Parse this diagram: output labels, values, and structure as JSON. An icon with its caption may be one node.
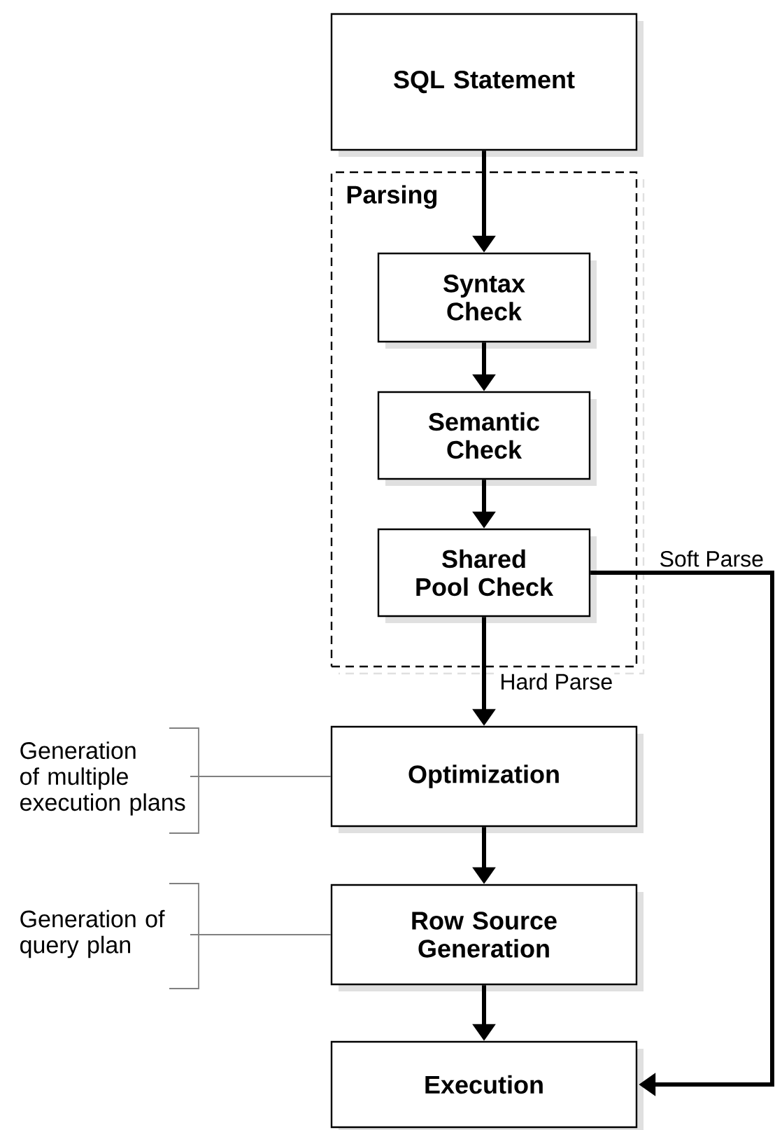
{
  "diagram": {
    "nodes": [
      {
        "text": [
          "SQL Statement"
        ]
      },
      {
        "text": [
          "Parsing"
        ]
      },
      {
        "text": [
          "Syntax Check"
        ],
        "in": 1
      },
      {
        "text": [
          "Semantic Check"
        ],
        "in": 1
      },
      {
        "text": [
          "Shared Pool Check"
        ],
        "in": 1
      },
      {
        "text": [
          "Generation of multiple execution plans"
        ]
      },
      {
        "text": [
          "Optimization"
        ]
      },
      {
        "text": [
          "Generation of query plan"
        ]
      },
      {
        "text": [
          "Row Source Generation"
        ]
      },
      {
        "text": [
          "Execution"
        ]
      }
    ],
    "edges": [
      {
        "from": 0,
        "to": 2,
        "arrow": "to"
      },
      {
        "from": 2,
        "to": 3,
        "arrow": "to"
      },
      {
        "from": 3,
        "to": 4,
        "arrow": "to"
      },
      {
        "from": 4,
        "to": 9,
        "arrow": "to",
        "label": "Soft Parse"
      },
      {
        "from": 4,
        "to": 6,
        "arrow": "to",
        "label": "Hard Parse"
      },
      {
        "from": 5,
        "to": 6,
        "arrow": "none",
        "color": "#808080"
      },
      {
        "from": 6,
        "to": 8,
        "arrow": "to"
      },
      {
        "from": 7,
        "to": 8,
        "arrow": "none",
        "color": "#808080"
      },
      {
        "from": 8,
        "to": 9,
        "arrow": "to"
      }
    ]
  }
}
